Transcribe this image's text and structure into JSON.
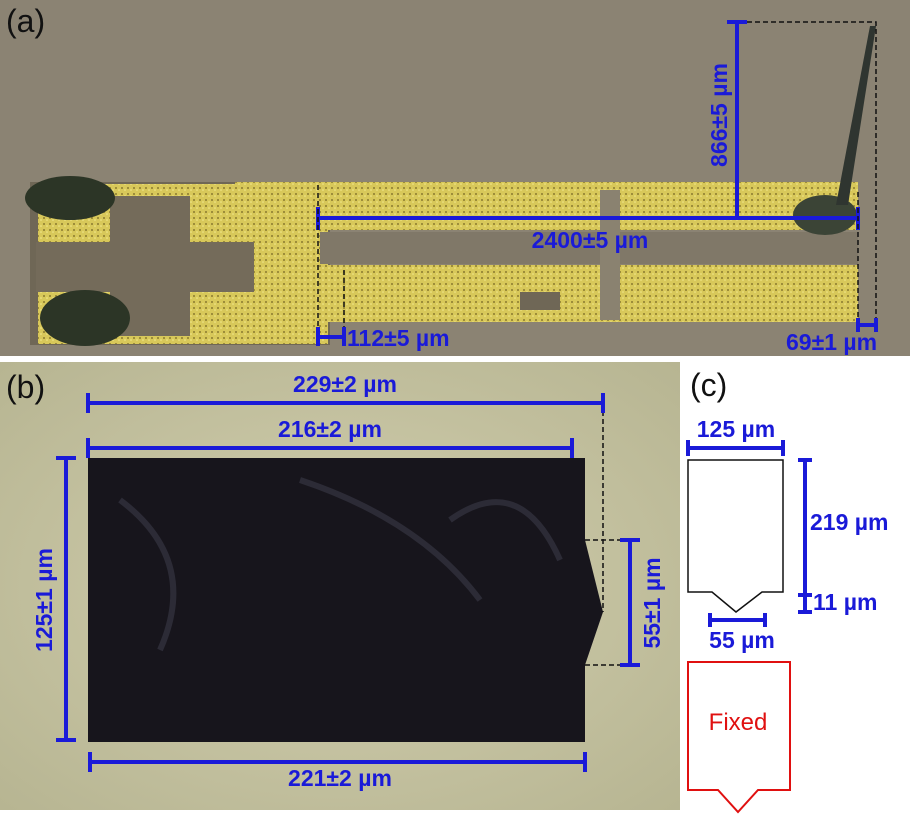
{
  "panels": {
    "a": {
      "label": "(a)",
      "dimensions": {
        "height": "866±5 µm",
        "length": "2400±5 µm",
        "offset": "112±5 µm",
        "tip": "69±1 µm"
      }
    },
    "b": {
      "label": "(b)",
      "dimensions": {
        "top_outer": "229±2 µm",
        "top_inner": "216±2 µm",
        "height": "125±1 µm",
        "bottom": "221±2 µm",
        "tip_height": "55±1 µm"
      }
    },
    "c": {
      "label": "(c)",
      "dimensions": {
        "width": "125 µm",
        "length": "219 µm",
        "tip_length": "11 µm",
        "tip_width": "55 µm"
      },
      "fixed_label": "Fixed"
    }
  },
  "colors": {
    "dimension": "#1a1ad8",
    "fixed": "#e01010"
  }
}
